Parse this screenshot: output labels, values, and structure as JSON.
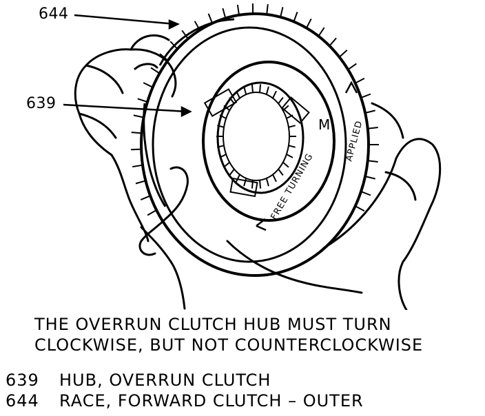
{
  "callouts": {
    "hub_number": "639",
    "race_number": "644"
  },
  "ring_labels": {
    "free_turning": "FREE TURNING",
    "applied": "APPLIED",
    "mark": "M"
  },
  "caption": {
    "line1": "THE OVERRUN CLUTCH HUB MUST TURN",
    "line2": "CLOCKWISE, BUT NOT COUNTERCLOCKWISE"
  },
  "legend": [
    {
      "number": "639",
      "description": "HUB, OVERRUN CLUTCH"
    },
    {
      "number": "644",
      "description": "RACE, FORWARD CLUTCH – OUTER"
    }
  ],
  "colors": {
    "ink": "#000000",
    "paper": "#ffffff"
  }
}
